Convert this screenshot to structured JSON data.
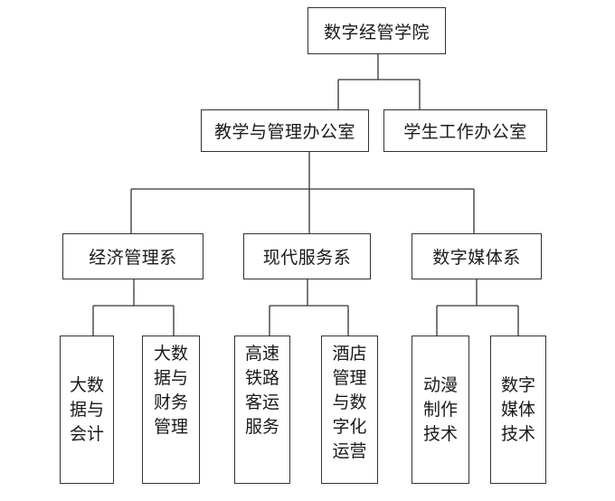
{
  "root": "数字经管学院",
  "offices": [
    "教学与管理办公室",
    "学生工作办公室"
  ],
  "departments": [
    {
      "name": "经济管理系",
      "majors": [
        "大数据与会计",
        "大数据与财务管理"
      ]
    },
    {
      "name": "现代服务系",
      "majors": [
        "高速铁路客运服务",
        "酒店管理与数字化运营"
      ]
    },
    {
      "name": "数字媒体系",
      "majors": [
        "动漫制作技术",
        "数字媒体技术"
      ]
    }
  ]
}
